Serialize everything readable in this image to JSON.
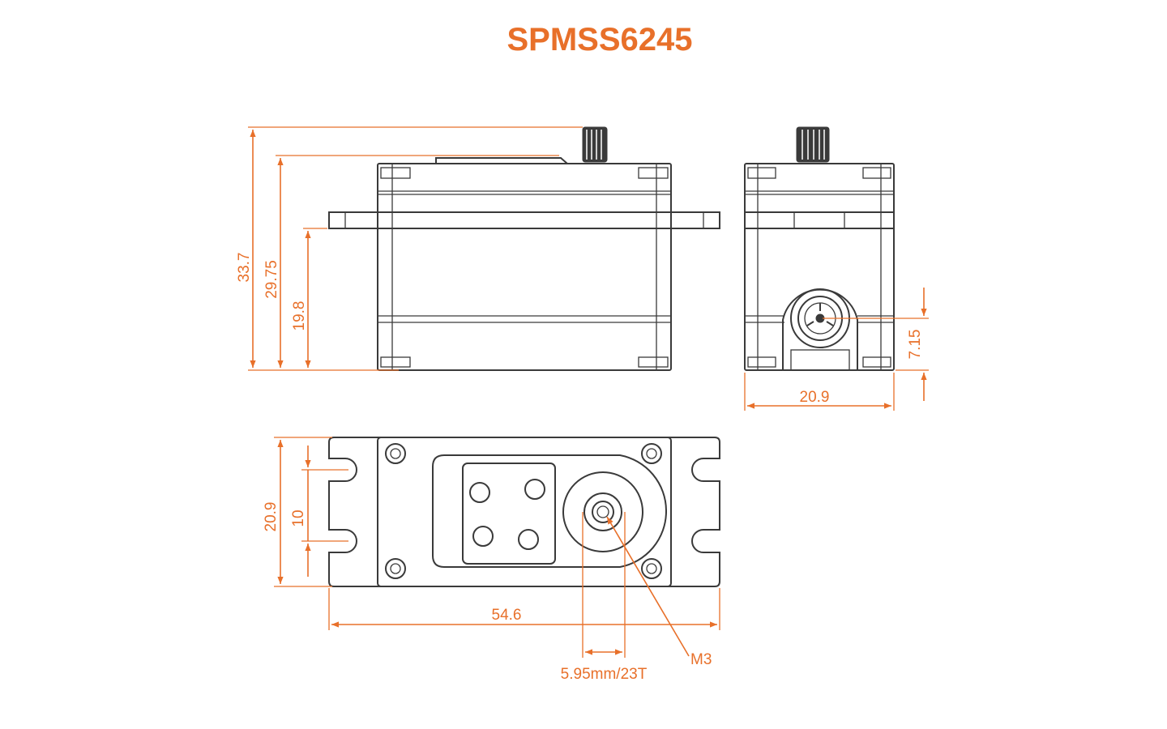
{
  "title": "SPMSS6245",
  "colors": {
    "dimension": "#e8702a",
    "outline": "#3a3a3a",
    "background": "#ffffff"
  },
  "side_view": {
    "overall_height": "33.7",
    "case_height": "29.75",
    "tab_height": "19.8"
  },
  "end_view": {
    "width": "20.9",
    "shaft_height": "7.15"
  },
  "top_view": {
    "width": "20.9",
    "hole_spacing": "10",
    "length": "54.6",
    "spline": "5.95mm/23T",
    "screw": "M3"
  }
}
